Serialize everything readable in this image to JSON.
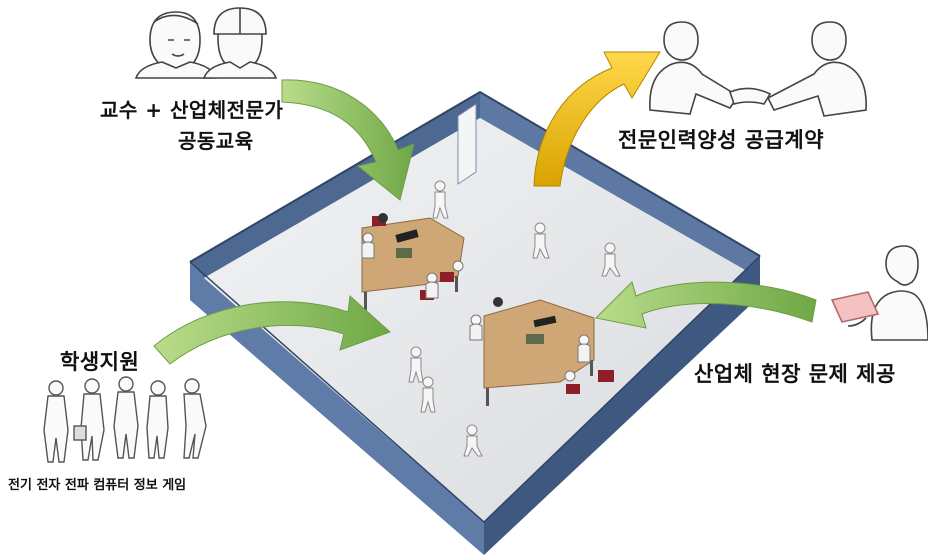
{
  "labels": {
    "professor_line1": "교수 + 산업체전문가",
    "professor_line2": "공동교육",
    "supply": "전문인력양성 공급계약",
    "student_support": "학생지원",
    "majors": "전기 전자 전파 컴퓨터 정보 게임",
    "industry_problem": "산업체 현장 문제 제공"
  },
  "colors": {
    "wall": "#5e7aa6",
    "wall_dark": "#3f587f",
    "floor": "#e6e7e9",
    "table": "#cfa776",
    "green_arrow": "#8cc063",
    "yellow_arrow": "#f2c11b",
    "chair": "#8e1f26"
  }
}
